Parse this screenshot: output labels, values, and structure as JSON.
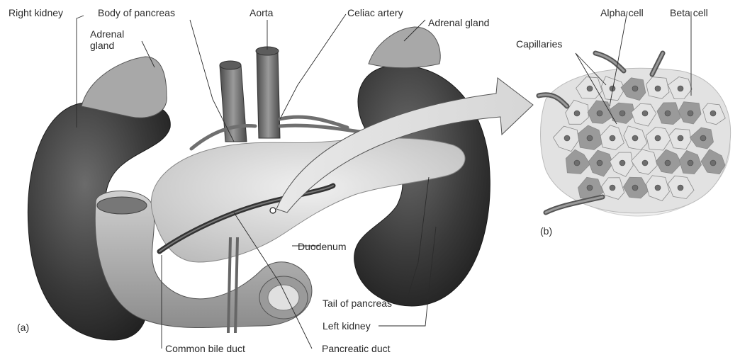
{
  "figure": {
    "panel_a": "(a)",
    "panel_b": "(b)"
  },
  "labels": {
    "right_kidney": "Right kidney",
    "body_of_pancreas": "Body of pancreas",
    "aorta": "Aorta",
    "celiac_artery": "Celiac artery",
    "adrenal_gland_left": "Adrenal\ngland",
    "adrenal_gland_right": "Adrenal gland",
    "alpha_cell": "Alpha cell",
    "beta_cell": "Beta cell",
    "capillaries": "Capillaries",
    "duodenum": "Duodenum",
    "tail_of_pancreas": "Tail of pancreas",
    "left_kidney": "Left kidney",
    "common_bile_duct": "Common bile duct",
    "pancreatic_duct": "Pancreatic duct"
  },
  "colors": {
    "kidney": "#3a3a3a",
    "pancreas": "#d9d9d9",
    "duodenum": "#bdbdbd",
    "vessel": "#6f6f6f",
    "adrenal": "#a8a8a8",
    "alpha_cell": "#9a9a9a",
    "beta_cell": "#e4e4e4",
    "line": "#333333"
  }
}
